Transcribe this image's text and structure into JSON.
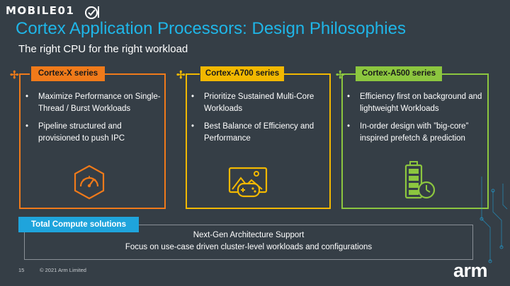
{
  "watermark": {
    "text": "MOBILE01"
  },
  "slide": {
    "title": "Cortex Application Processors: Design Philosophies",
    "subtitle": "The right CPU for the right workload"
  },
  "cards": [
    {
      "name": "Cortex-X series",
      "accent": "#f07a1a",
      "icon": "speedometer-icon",
      "bullets": [
        "Maximize Performance on Single-Thread / Burst Workloads",
        "Pipeline structured and provisioned to push IPC"
      ]
    },
    {
      "name": "Cortex-A700 series",
      "accent": "#f2b800",
      "icon": "gaming-media-icon",
      "bullets": [
        "Prioritize Sustained Multi-Core Workloads",
        "Best Balance of Efficiency and Performance"
      ]
    },
    {
      "name": "Cortex-A500 series",
      "accent": "#8cc63f",
      "icon": "battery-clock-icon",
      "bullets": [
        "Efficiency first on background and lightweight Workloads",
        "In-order design with ”big-core” inspired prefetch & prediction"
      ]
    }
  ],
  "total_compute": {
    "label": "Total Compute solutions",
    "line1": "Next-Gen Architecture Support",
    "line2": "Focus on use-case driven cluster-level workloads and configurations",
    "accent": "#1fa4dc"
  },
  "footer": {
    "page_number": "15",
    "copyright": "© 2021 Arm Limited",
    "logo": "arm"
  }
}
